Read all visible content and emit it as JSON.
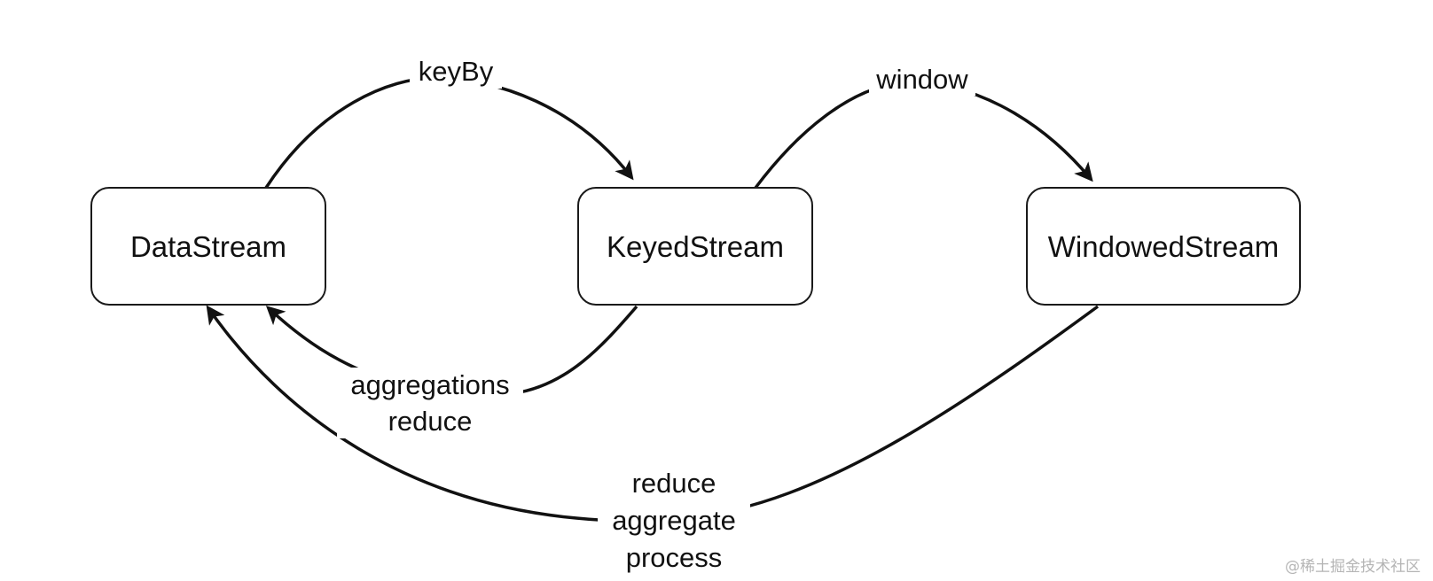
{
  "nodes": {
    "datastream": "DataStream",
    "keyedstream": "KeyedStream",
    "windowedstream": "WindowedStream"
  },
  "edges": {
    "keyby": "keyBy",
    "window": "window",
    "keyed_back": [
      "aggregations",
      "reduce"
    ],
    "windowed_back": [
      "reduce",
      "aggregate",
      "process"
    ]
  },
  "watermark": "@稀土掘金技术社区"
}
